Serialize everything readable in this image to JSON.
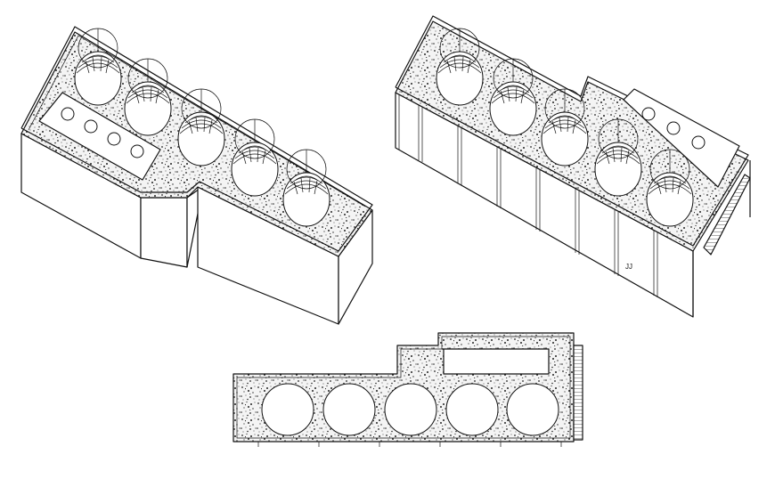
{
  "drawing": {
    "views": [
      {
        "name": "isometric-view-left",
        "tank_count": 5
      },
      {
        "name": "isometric-view-right",
        "tank_count": 5
      },
      {
        "name": "plan-view",
        "tank_count": 5
      }
    ],
    "line_color": "#111111",
    "background_color": "#ffffff",
    "texture": "speckled-concrete",
    "annotation_text": "JJ"
  }
}
